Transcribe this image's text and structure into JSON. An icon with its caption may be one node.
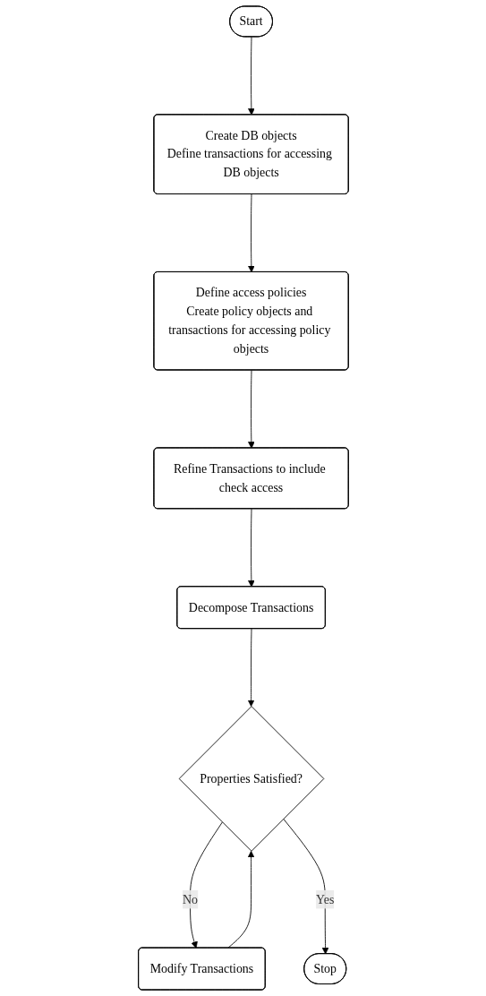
{
  "diagram": {
    "nodes": [
      {
        "text": [
          "Start"
        ]
      },
      {
        "text": [
          "Create DB objects",
          "Define transactions for accessing DB objects"
        ]
      },
      {
        "text": [
          "Define access policies",
          "Create policy objects and transactions for accessing policy objects"
        ]
      },
      {
        "text": [
          "Refine Transactions to include check access"
        ]
      },
      {
        "text": [
          "Decompose Transactions"
        ]
      },
      {
        "text": [
          "Properties Satisfied?"
        ]
      },
      {
        "text": [
          "Modify Transactions"
        ]
      },
      {
        "text": [
          "Stop"
        ]
      }
    ],
    "edges": [
      {
        "from": 0,
        "to": 1,
        "arrow": "to"
      },
      {
        "from": 1,
        "to": 2,
        "arrow": "to"
      },
      {
        "from": 2,
        "to": 3,
        "arrow": "to"
      },
      {
        "from": 3,
        "to": 4,
        "arrow": "to"
      },
      {
        "from": 4,
        "to": 5,
        "arrow": "to"
      },
      {
        "from": 5,
        "to": 6,
        "label": "No",
        "arrow": "to"
      },
      {
        "from": 6,
        "to": 5,
        "arrow": "to"
      },
      {
        "from": 5,
        "to": 7,
        "label": "Yes",
        "arrow": "to"
      }
    ]
  }
}
